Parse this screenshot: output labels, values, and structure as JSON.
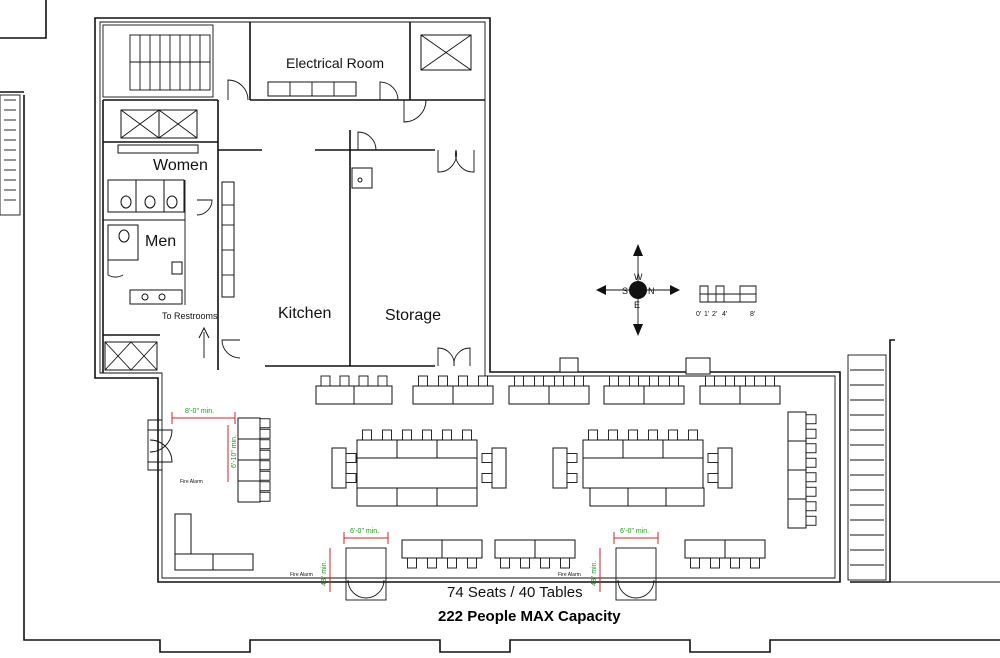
{
  "rooms": {
    "electrical": "Electrical Room",
    "women": "Women",
    "men": "Men",
    "kitchen": "Kitchen",
    "storage": "Storage",
    "to_restrooms": "To Restrooms"
  },
  "compass": {
    "top": "W",
    "left": "S",
    "right": "N",
    "bottom": "E"
  },
  "scale": {
    "ticks": [
      "0'",
      "1'",
      "2'",
      "4'",
      "8'"
    ]
  },
  "dimensions": {
    "west_width": "8'-0\" min.",
    "west_height": "6'-10\" min.",
    "door1_width": "6'-0\" min.",
    "door1_height": "48\" min.",
    "door2_width": "6'-0\" min.",
    "door2_height": "48\" min."
  },
  "fire_alarm_label": "Fire Alarm",
  "summary": {
    "seats": "74 Seats / 40 Tables",
    "capacity": "222 People MAX Capacity"
  },
  "colors": {
    "dimension_red": "#d42020",
    "dimension_green": "#1a9e1a",
    "line": "#111111"
  }
}
